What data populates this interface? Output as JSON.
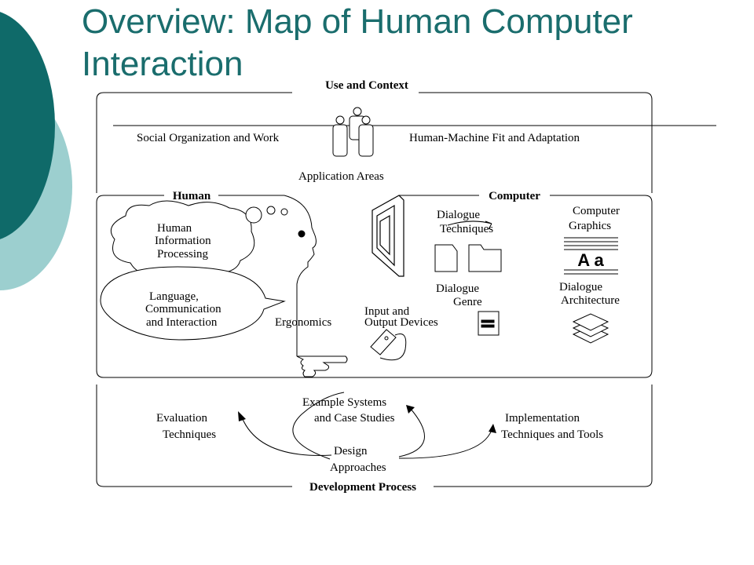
{
  "title": {
    "line1": "Overview: Map of Human Computer",
    "line2": "Interaction"
  },
  "colors": {
    "accent_dark": "#0f6a69",
    "accent_light": "#9ccfcf",
    "title": "#1a6d6d"
  },
  "sections": {
    "use_context": "Use and Context",
    "human": "Human",
    "computer": "Computer",
    "development": "Development Process"
  },
  "labels": {
    "social": "Social Organization and Work",
    "fit": "Human-Machine Fit and Adaptation",
    "app_areas": "Application Areas",
    "hip": [
      "Human",
      "Information",
      "Processing"
    ],
    "lang": [
      "Language,",
      "Communication",
      "and Interaction"
    ],
    "ergonomics": "Ergonomics",
    "io": [
      "Input and",
      "Output Devices"
    ],
    "dlg_tech": [
      "Dialogue",
      "Techniques"
    ],
    "dlg_genre": [
      "Dialogue",
      "Genre"
    ],
    "cg": [
      "Computer",
      "Graphics"
    ],
    "dlg_arch": [
      "Dialogue",
      "Architecture"
    ],
    "font_sample": "A a",
    "example": [
      "Example Systems",
      "and Case Studies"
    ],
    "evaluation": [
      "Evaluation",
      "Techniques"
    ],
    "implementation": [
      "Implementation",
      "Techniques and Tools"
    ],
    "design": [
      "Design",
      "Approaches"
    ]
  },
  "icons": [
    "people-icon",
    "head-icon",
    "thought-cloud-icon",
    "speech-bubble-icon",
    "hand-icon",
    "monitor-icon",
    "mouse-icon",
    "folder-icon",
    "document-icon",
    "font-lines-icon",
    "layers-icon"
  ]
}
